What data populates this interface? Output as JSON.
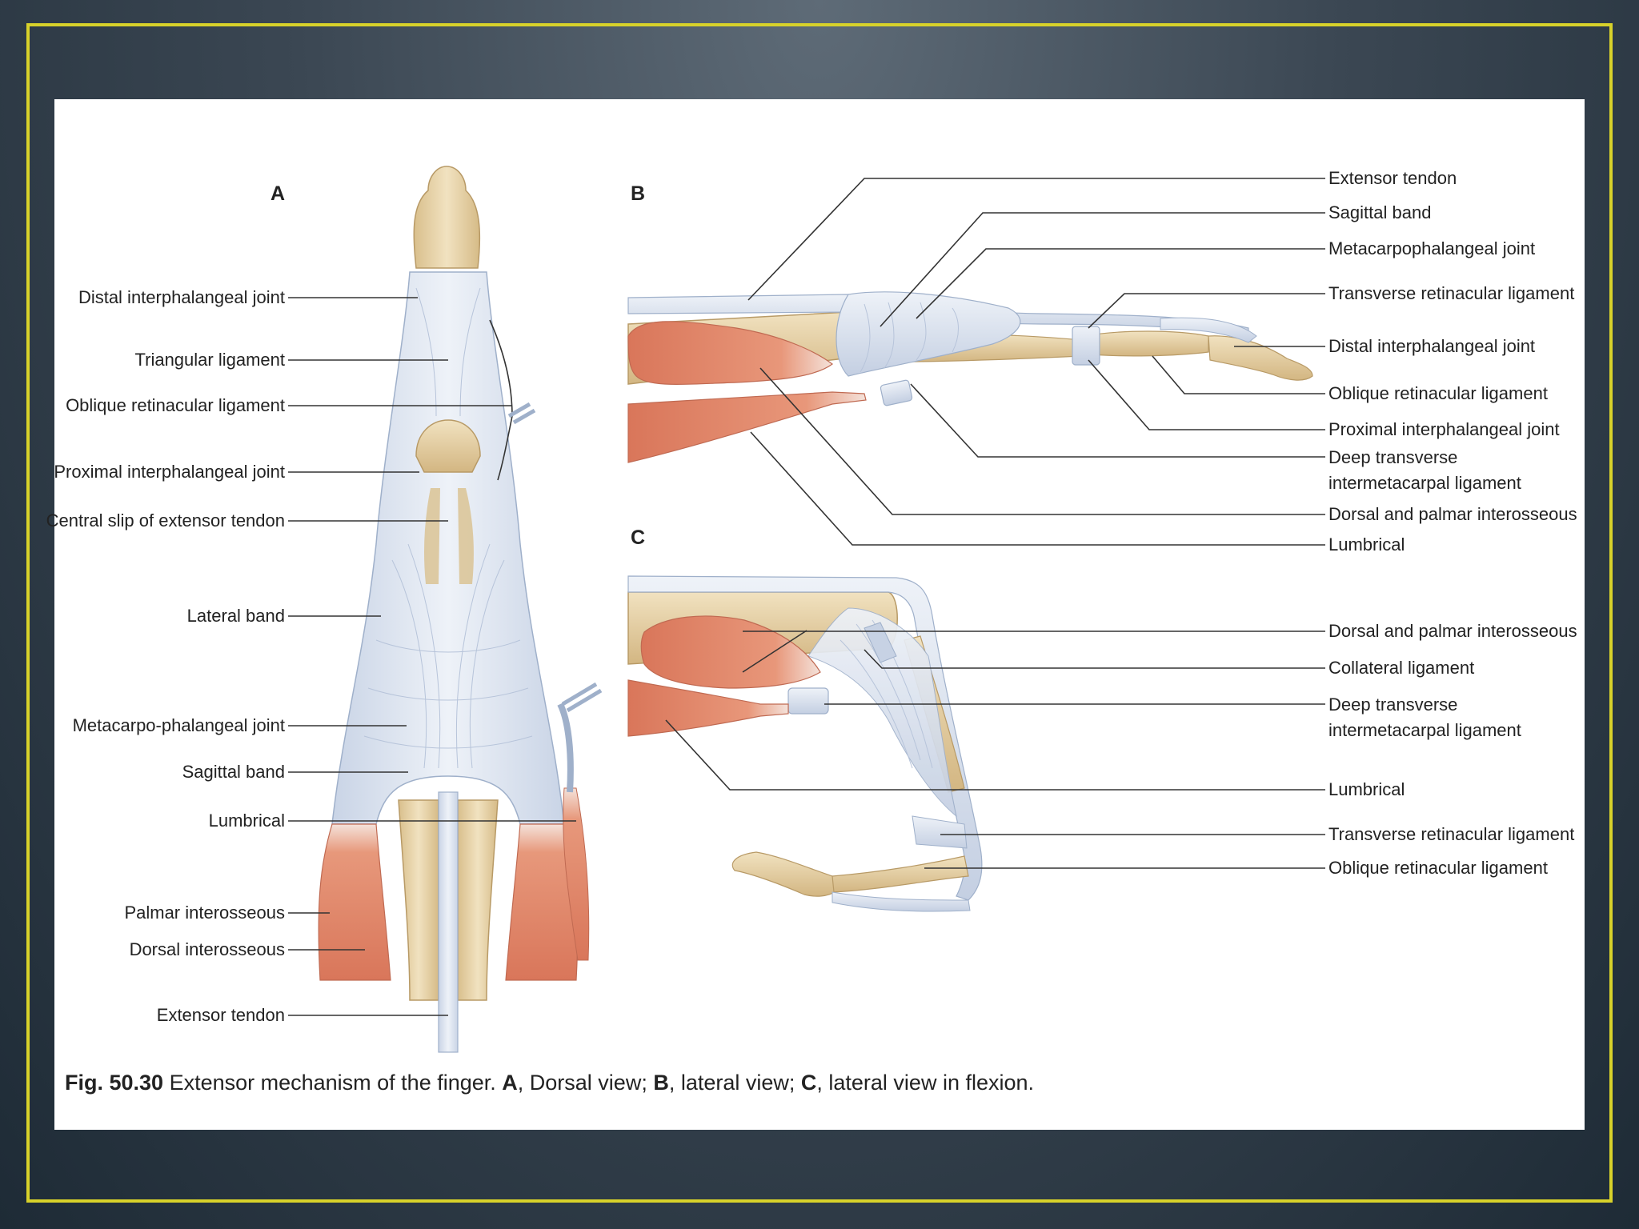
{
  "panel_letters": {
    "a": "A",
    "b": "B",
    "c": "C"
  },
  "labels_a": {
    "distal_ip_joint": "Distal interphalangeal joint",
    "triangular_ligament": "Triangular ligament",
    "oblique_retinacular": "Oblique retinacular ligament",
    "proximal_ip_joint": "Proximal interphalangeal joint",
    "central_slip": "Central slip of extensor tendon",
    "lateral_band": "Lateral band",
    "mcp_joint": "Metacarpo-phalangeal joint",
    "sagittal_band": "Sagittal band",
    "lumbrical": "Lumbrical",
    "palmar_interosseous": "Palmar interosseous",
    "dorsal_interosseous": "Dorsal interosseous",
    "extensor_tendon": "Extensor tendon"
  },
  "labels_b": {
    "extensor_tendon": "Extensor tendon",
    "sagittal_band": "Sagittal band",
    "mcp_joint": "Metacarpophalangeal joint",
    "transverse_retinacular": "Transverse retinacular ligament",
    "distal_ip_joint": "Distal interphalangeal joint",
    "oblique_retinacular": "Oblique retinacular ligament",
    "proximal_ip_joint": "Proximal interphalangeal joint",
    "deep_transverse_1": "Deep transverse",
    "deep_transverse_2": "intermetacarpal ligament",
    "dorsal_palmar_interosseous": "Dorsal and palmar interosseous",
    "lumbrical": "Lumbrical"
  },
  "labels_c": {
    "dorsal_palmar_interosseous": "Dorsal and palmar interosseous",
    "collateral_ligament": "Collateral ligament",
    "deep_transverse_1": "Deep transverse",
    "deep_transverse_2": "intermetacarpal ligament",
    "lumbrical": "Lumbrical",
    "transverse_retinacular": "Transverse retinacular ligament",
    "oblique_retinacular": "Oblique retinacular ligament"
  },
  "caption": {
    "fig_number": "Fig. 50.30",
    "text_1": " Extensor mechanism of the finger. ",
    "a": "A",
    "text_2": ", Dorsal view; ",
    "b": "B",
    "text_3": ", lateral view; ",
    "c": "C",
    "text_4": ", lateral view in flexion."
  },
  "colors": {
    "bone": "#e8d3a8",
    "tendon": "#dfe6f2",
    "muscle": "#e08a6c",
    "frame_border": "#d8d22a"
  }
}
